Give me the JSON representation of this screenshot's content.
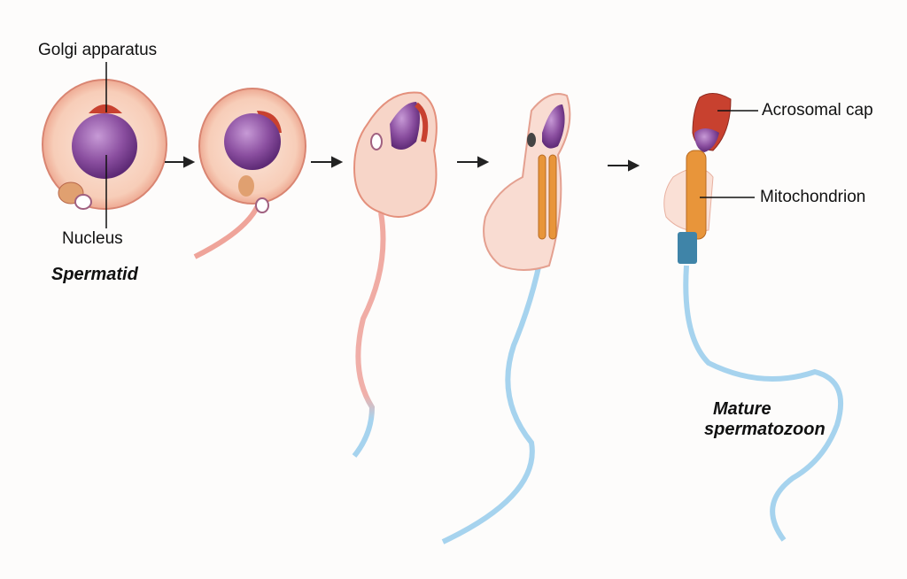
{
  "labels": {
    "golgi": "Golgi apparatus",
    "nucleus": "Nucleus",
    "spermatid": "Spermatid",
    "acrosomal_cap": "Acrosomal cap",
    "mitochondrion": "Mitochondrion",
    "mature_line1": "Mature",
    "mature_line2": "spermatozoon"
  },
  "colors": {
    "cytoplasm": "#f6c9b8",
    "nucleus": "#8a4a9e",
    "tail": "#9fd0ec",
    "acrosome": "#c8412f",
    "mitochondria": "#e8953a"
  }
}
